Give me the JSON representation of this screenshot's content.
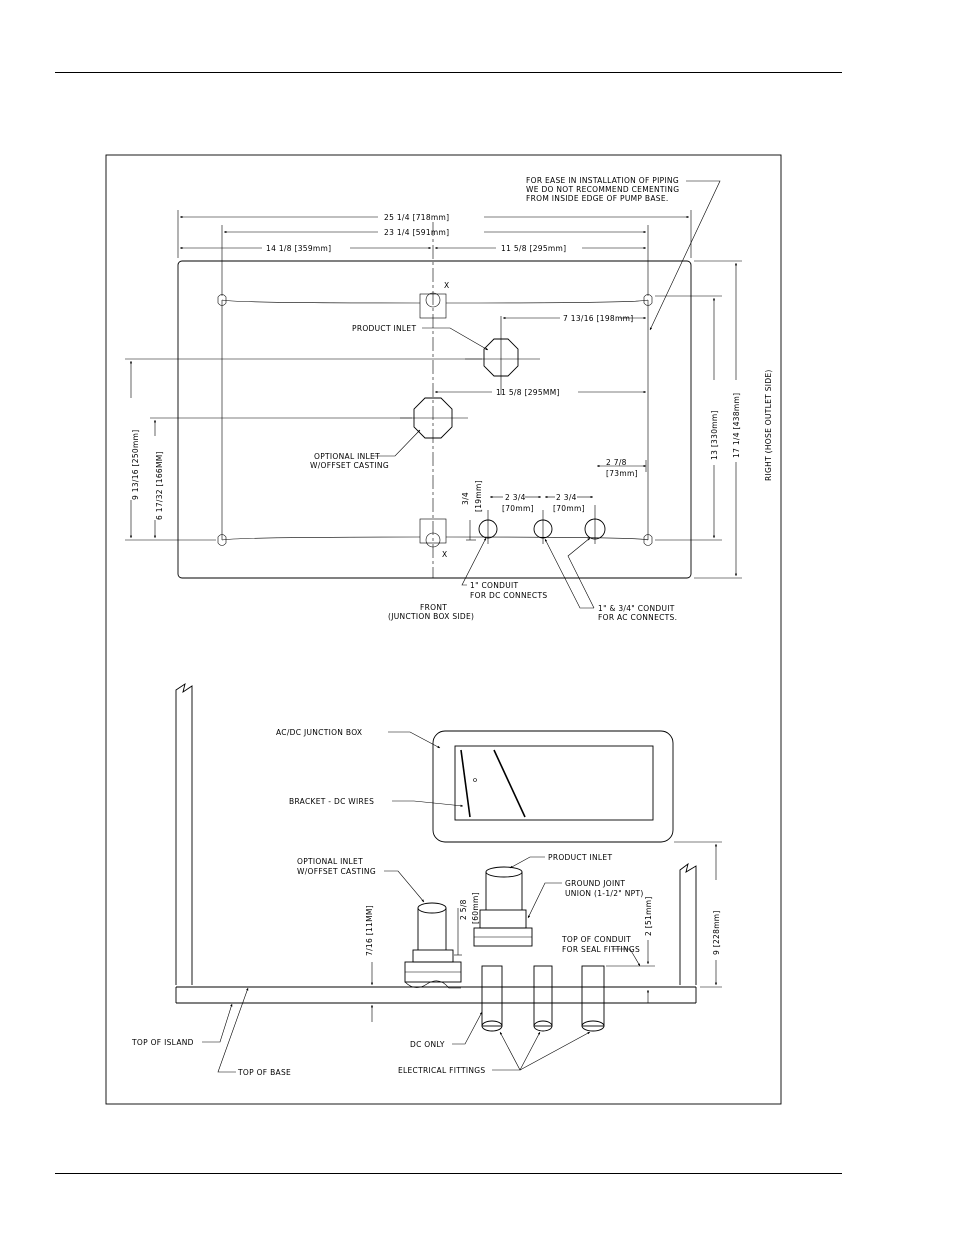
{
  "top_view": {
    "note": [
      "FOR EASE IN INSTALLATION OF PIPING",
      "WE DO NOT RECOMMEND CEMENTING",
      "FROM INSIDE EDGE OF PUMP BASE."
    ],
    "dim_overall_width": "25 1/4 [718mm]",
    "dim_hole_span": "23 1/4 [591mm]",
    "dim_left_to_center": "14 1/8 [359mm]",
    "dim_center_to_right": "11 5/8 [295mm]",
    "dim_inlet_offset": "7 13/16 [198mm]",
    "dim_center_to_hole": "11 5/8 [295MM]",
    "dim_product_inlet_vertical": "9 13/16 [250mm]",
    "dim_optional_inlet_vertical": "6 17/32 [166MM]",
    "dim_hole_vertical": "13 [330mm]",
    "dim_overall_depth": "17 1/4 [438mm]",
    "dim_conduit_edge": "3/4",
    "dim_conduit_edge_mm": "[19mm]",
    "dim_conduit_spacing_1": "2 3/4",
    "dim_conduit_spacing_1_mm": "[70mm]",
    "dim_conduit_spacing_2": "2 3/4",
    "dim_conduit_spacing_2_mm": "[70mm]",
    "dim_conduit_right": "2 7/8",
    "dim_conduit_right_mm": "[73mm]",
    "label_product_inlet": "PRODUCT INLET",
    "label_optional_inlet": [
      "OPTIONAL INLET",
      "W/OFFSET CASTING"
    ],
    "label_right_side": "RIGHT (HOSE OUTLET SIDE)",
    "label_front": [
      "FRONT",
      "(JUNCTION BOX SIDE)"
    ],
    "label_dc_conduit": [
      "1\" CONDUIT",
      "FOR DC CONNECTS"
    ],
    "label_ac_conduit": [
      "1\" & 3/4\" CONDUIT",
      "FOR AC CONNECTS."
    ],
    "hole_marker": "X"
  },
  "side_view": {
    "label_junction_box": "AC/DC JUNCTION BOX",
    "label_bracket": "BRACKET - DC WIRES",
    "label_optional_inlet": [
      "OPTIONAL INLET",
      "W/OFFSET CASTING"
    ],
    "label_product_inlet": "PRODUCT INLET",
    "label_union": [
      "GROUND JOINT",
      "UNION (1-1/2\" NPT)"
    ],
    "label_conduit_top": [
      "TOP OF CONDUIT",
      "FOR SEAL FITTINGS"
    ],
    "dim_union_height": "2 5/8",
    "dim_union_height_mm": "[60mm]",
    "dim_inlet_height": "7/16 [11MM]",
    "dim_conduit_height": "2 [51mm]",
    "dim_box_height": "9 [228mm]",
    "label_top_island": "TOP OF ISLAND",
    "label_top_base": "TOP OF BASE",
    "label_dc_only": "DC ONLY",
    "label_electrical_fittings": "ELECTRICAL FITTINGS"
  }
}
